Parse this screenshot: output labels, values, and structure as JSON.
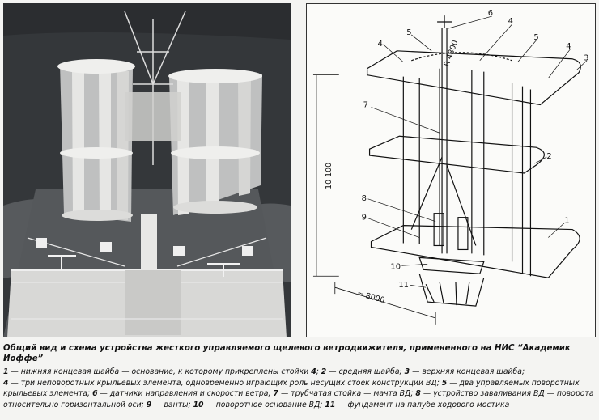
{
  "caption": {
    "title": "Общий вид и схема устройства жесткого управляемого щелевого ветродвижителя, примененного на НИС “Академик Иоффе”",
    "legend": [
      {
        "n": "1",
        "t": " — нижняя концевая шайба — основание, к которому прикреплены стойки "
      },
      {
        "n": "4",
        "t": "; "
      },
      {
        "n": "2",
        "t": " — средняя шайба; "
      },
      {
        "n": "3",
        "t": " — верхняя концевая шайба; "
      },
      {
        "n": "4",
        "t": " — три неповоротных крыльевых элемента, одновременно играющих роль несущих стоек конструкции ВД; "
      },
      {
        "n": "5",
        "t": " — два управляемых поворотных крыльевых элемента; "
      },
      {
        "n": "6",
        "t": " — датчики направления и скорости ветра; "
      },
      {
        "n": "7",
        "t": " — трубчатая стойка — мачта ВД; "
      },
      {
        "n": "8",
        "t": " — устройство заваливания ВД — поворота относительно горизонтальной оси; "
      },
      {
        "n": "9",
        "t": " — ванты; "
      },
      {
        "n": "10",
        "t": " — поворотное основание ВД; "
      },
      {
        "n": "11",
        "t": " — фундамент на палубе ходового мостика"
      }
    ]
  },
  "diagram": {
    "labels": [
      "1",
      "2",
      "3",
      "4",
      "4",
      "4",
      "5",
      "5",
      "6",
      "7",
      "8",
      "9",
      "10",
      "11"
    ],
    "dim_height": "10 100",
    "dim_width": "≈ 8000",
    "dim_radius": "R 4800"
  }
}
